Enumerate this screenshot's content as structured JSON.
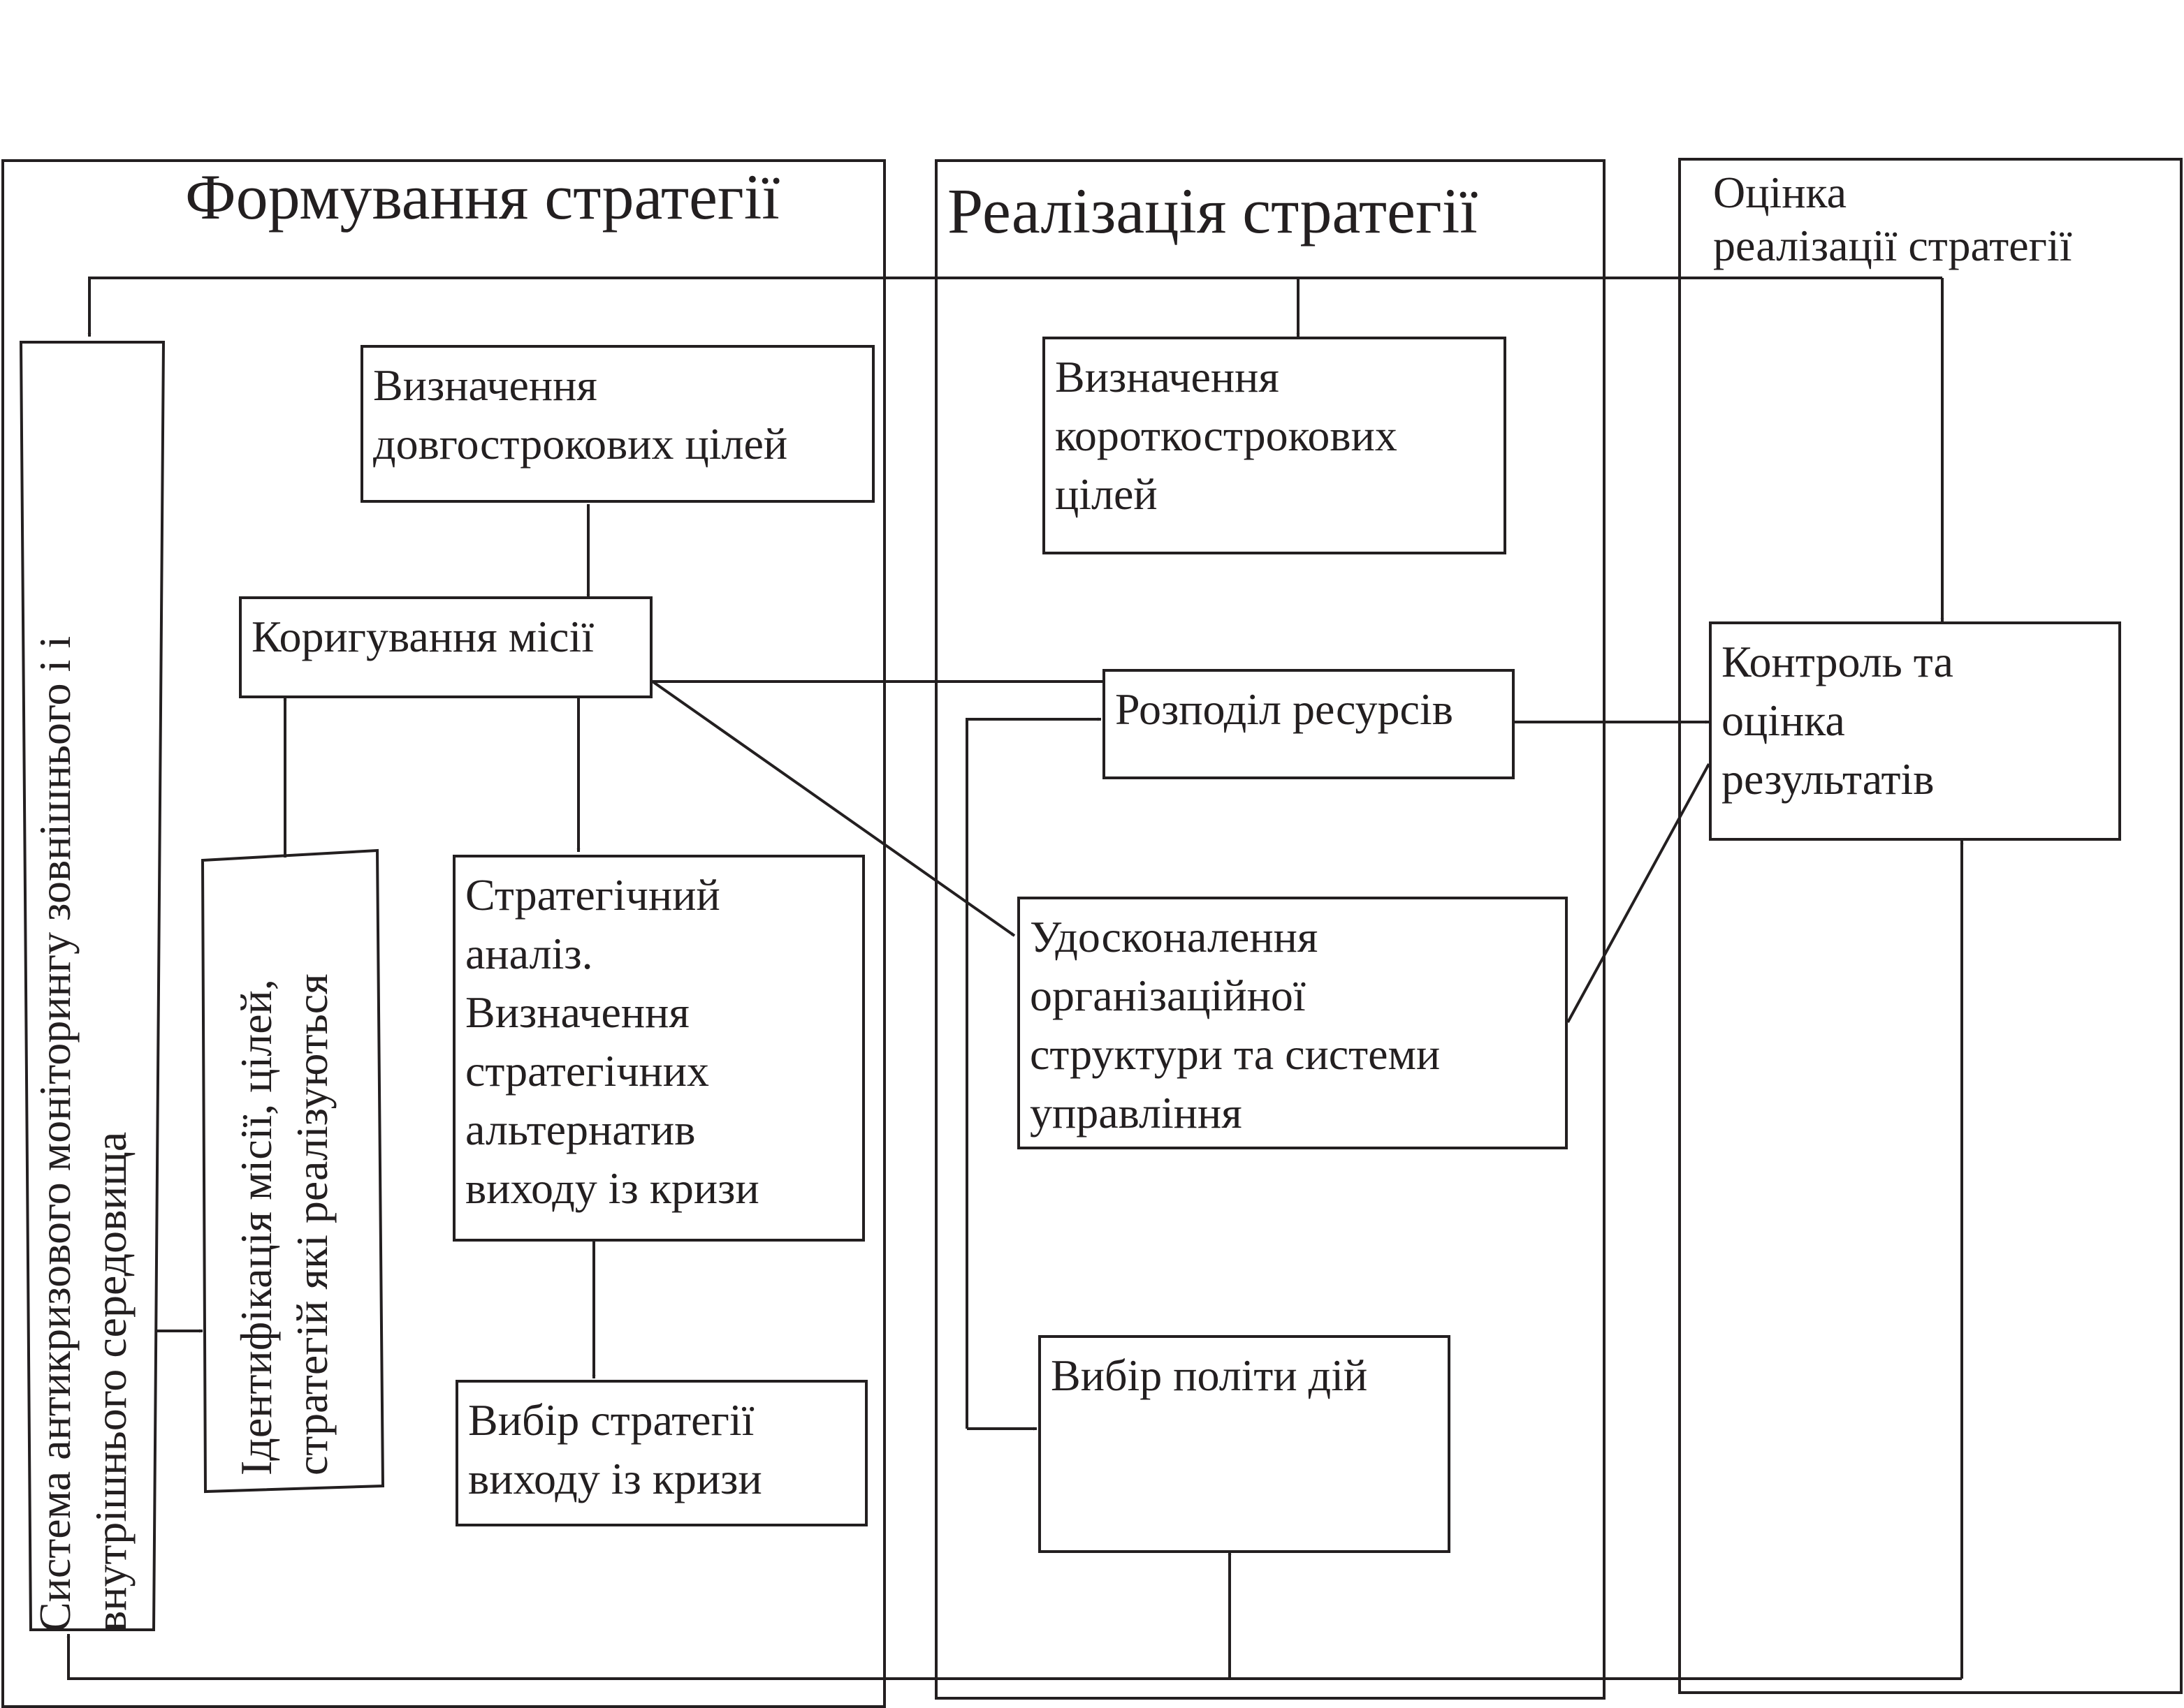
{
  "panels": {
    "formation_title": "Формування стратегії",
    "implementation_title": "Реалізація стратегії",
    "evaluation_title": "Оцінка\nреалізації стратегії"
  },
  "boxes": {
    "monitoring": "Система антикризового моніторингу зовнішнього і і\nвнутрішнього середовища",
    "identification": "Ідентифікація місії, цілей,\nстратегій які реалізуються",
    "long_term_goals": "Визначення\nдовгострокових цілей",
    "mission_correction": "Коригування місії",
    "strategic_analysis": "Стратегічний\nаналіз.\nВизначення\nстратегічних\nальтернатив\nвиходу із кризи",
    "strategy_choice": "Вибір стратегії\nвиходу із кризи",
    "short_term_goals": "Визначення\nкороткострокових\nцілей",
    "resource_allocation": "Розподіл ресурсів",
    "org_improvement": "Удосконалення\nорганізаційної\nструктури та системи\nуправління",
    "policy_choice": "Вибір політи дій",
    "control": "Контроль та\nоцінка\nрезультатів"
  }
}
